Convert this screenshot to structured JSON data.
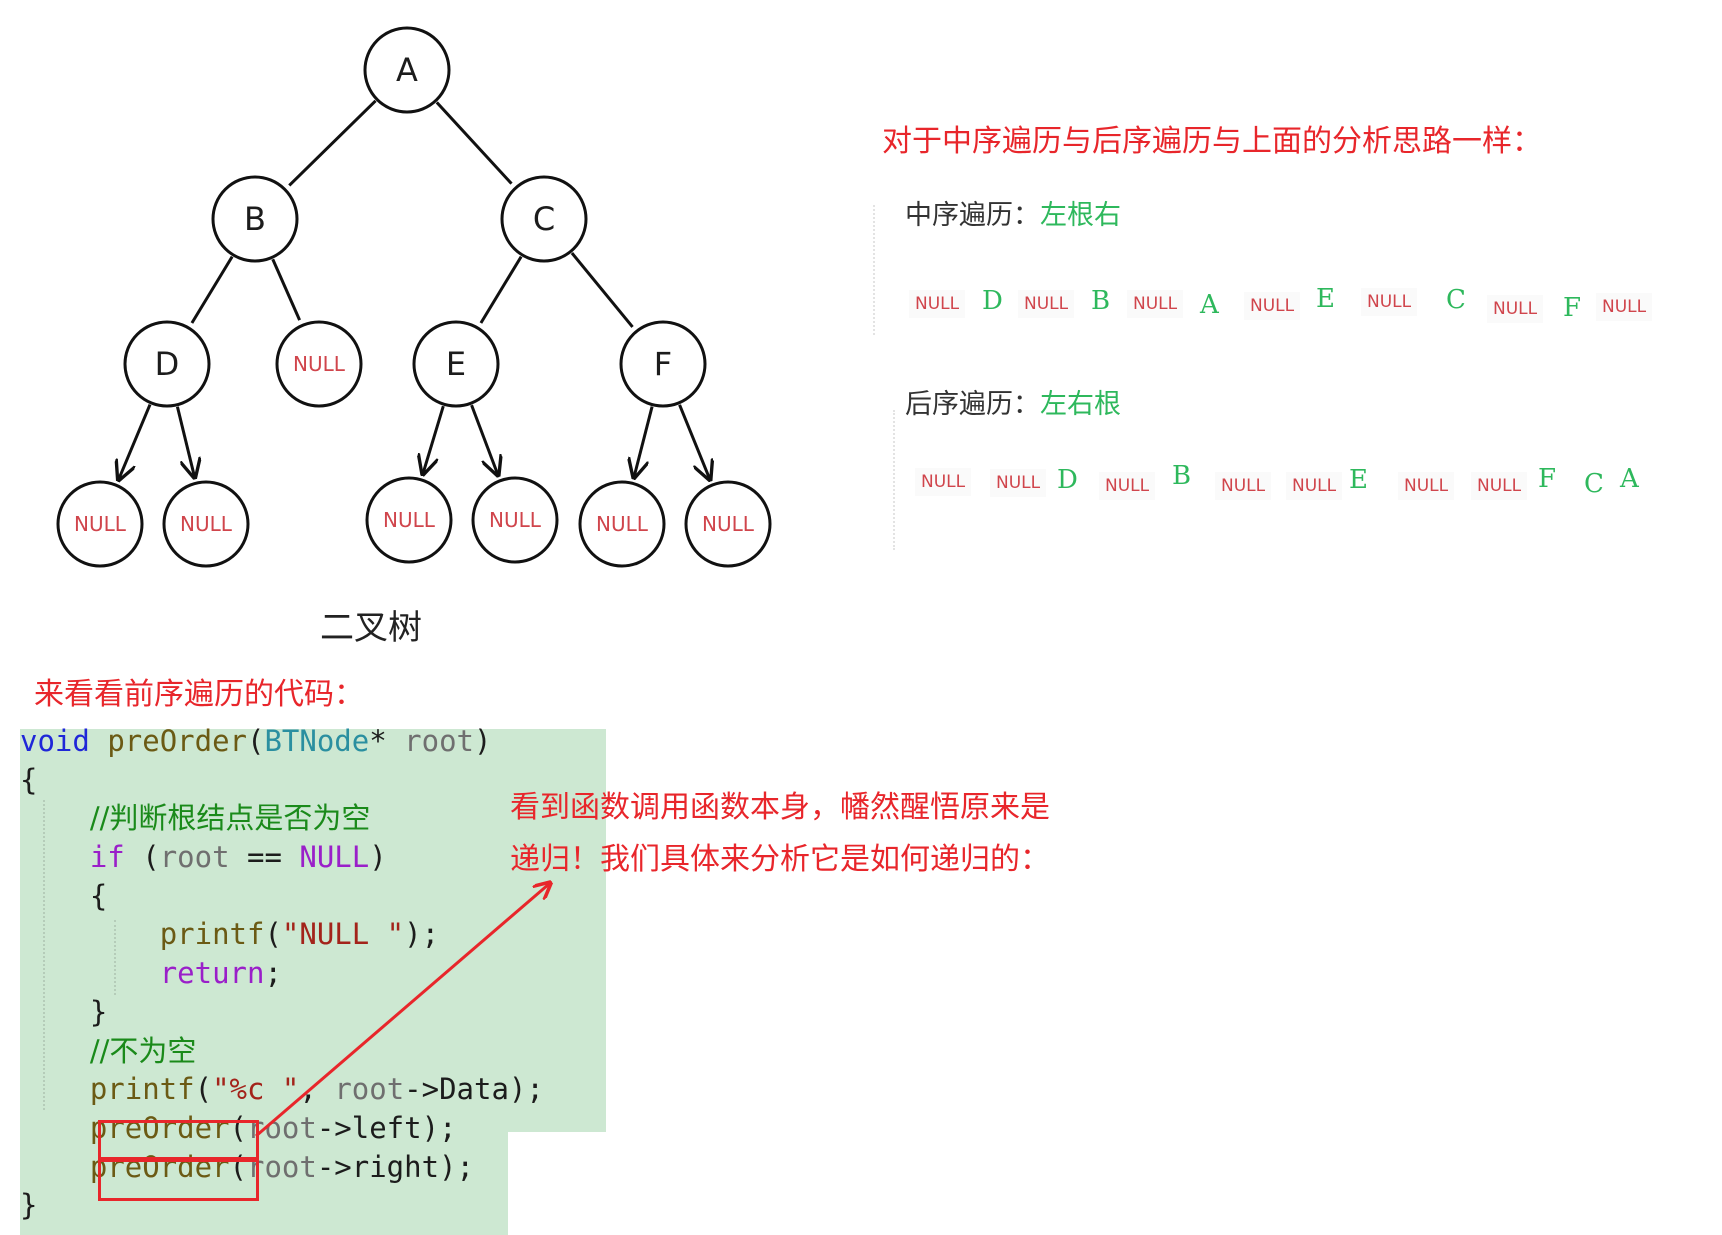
{
  "tree": {
    "caption": "二叉树",
    "root": {
      "label": "A",
      "left": {
        "label": "B",
        "left": {
          "label": "D",
          "left": {
            "label": "NULL"
          },
          "right": {
            "label": "NULL"
          }
        },
        "right": {
          "label": "NULL"
        }
      },
      "right": {
        "label": "C",
        "left": {
          "label": "E",
          "left": {
            "label": "NULL"
          },
          "right": {
            "label": "NULL"
          }
        },
        "right": {
          "label": "F",
          "left": {
            "label": "NULL"
          },
          "right": {
            "label": "NULL"
          }
        }
      }
    }
  },
  "analysis": {
    "heading": "对于中序遍历与后序遍历与上面的分析思路一样：",
    "inorder_label": "中序遍历：",
    "inorder_rule": "左根右",
    "inorder_sequence": [
      "NULL",
      "D",
      "NULL",
      "B",
      "NULL",
      "A",
      "NULL",
      "E",
      "NULL",
      "C",
      "NULL",
      "F",
      "NULL"
    ],
    "postorder_label": "后序遍历：",
    "postorder_rule": "左右根",
    "postorder_sequence": [
      "NULL",
      "NULL",
      "D",
      "NULL",
      "B",
      "NULL",
      "NULL",
      "E",
      "NULL",
      "NULL",
      "F",
      "C",
      "A"
    ]
  },
  "code_intro": "来看看前序遍历的代码：",
  "code": {
    "sig_void": "void",
    "sig_fn": "preOrder",
    "sig_open": "(",
    "sig_type": "BTNode",
    "sig_star": "*",
    "sig_param": "root",
    "sig_close": ")",
    "open_brace": "{",
    "comment_null": "//判断根结点是否为空",
    "if_kw": "if",
    "if_open": " (",
    "if_root": "root",
    "if_eq": " == ",
    "if_null": "NULL",
    "if_close": ")",
    "inner_open": "{",
    "printf_fn": "printf",
    "printf_open": "(",
    "printf_null_str": "\"NULL \"",
    "printf_null_end": ");",
    "return_kw": "return",
    "semicolon": ";",
    "inner_close": "}",
    "comment_not_null": "//不为空",
    "printf_data_str": "\"%c \"",
    "comma": ", ",
    "data_root": "root",
    "data_rest": "->Data);",
    "call_fn": "preOrder",
    "left_root": "root",
    "left_rest": "->left);",
    "right_root": "root",
    "right_rest": "->right);",
    "close_brace": "}"
  },
  "recursion_note": {
    "line1": "看到函数调用函数本身，幡然醒悟原来是",
    "line2": "递归！我们具体来分析它是如何递归的："
  }
}
